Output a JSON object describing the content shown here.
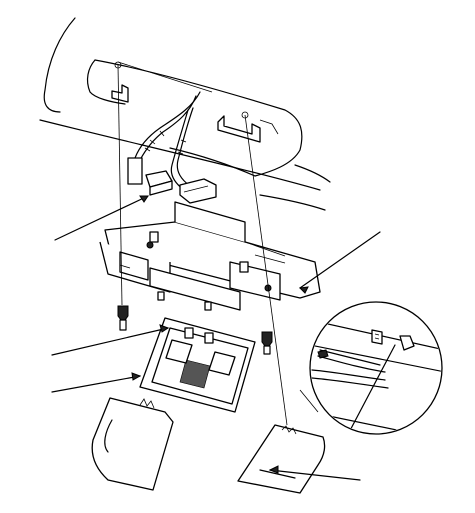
{
  "diagram": {
    "callout_count": 6,
    "colors": {
      "line": "#000000",
      "background": "#ffffff",
      "shade": "#222222"
    },
    "parts": [
      "roof-headliner",
      "wire-harness",
      "harness-connector",
      "console-bracket",
      "mounting-screw-left",
      "mounting-screw-right",
      "console-frame",
      "lens-left",
      "lens-right",
      "detail-magnifier"
    ]
  }
}
